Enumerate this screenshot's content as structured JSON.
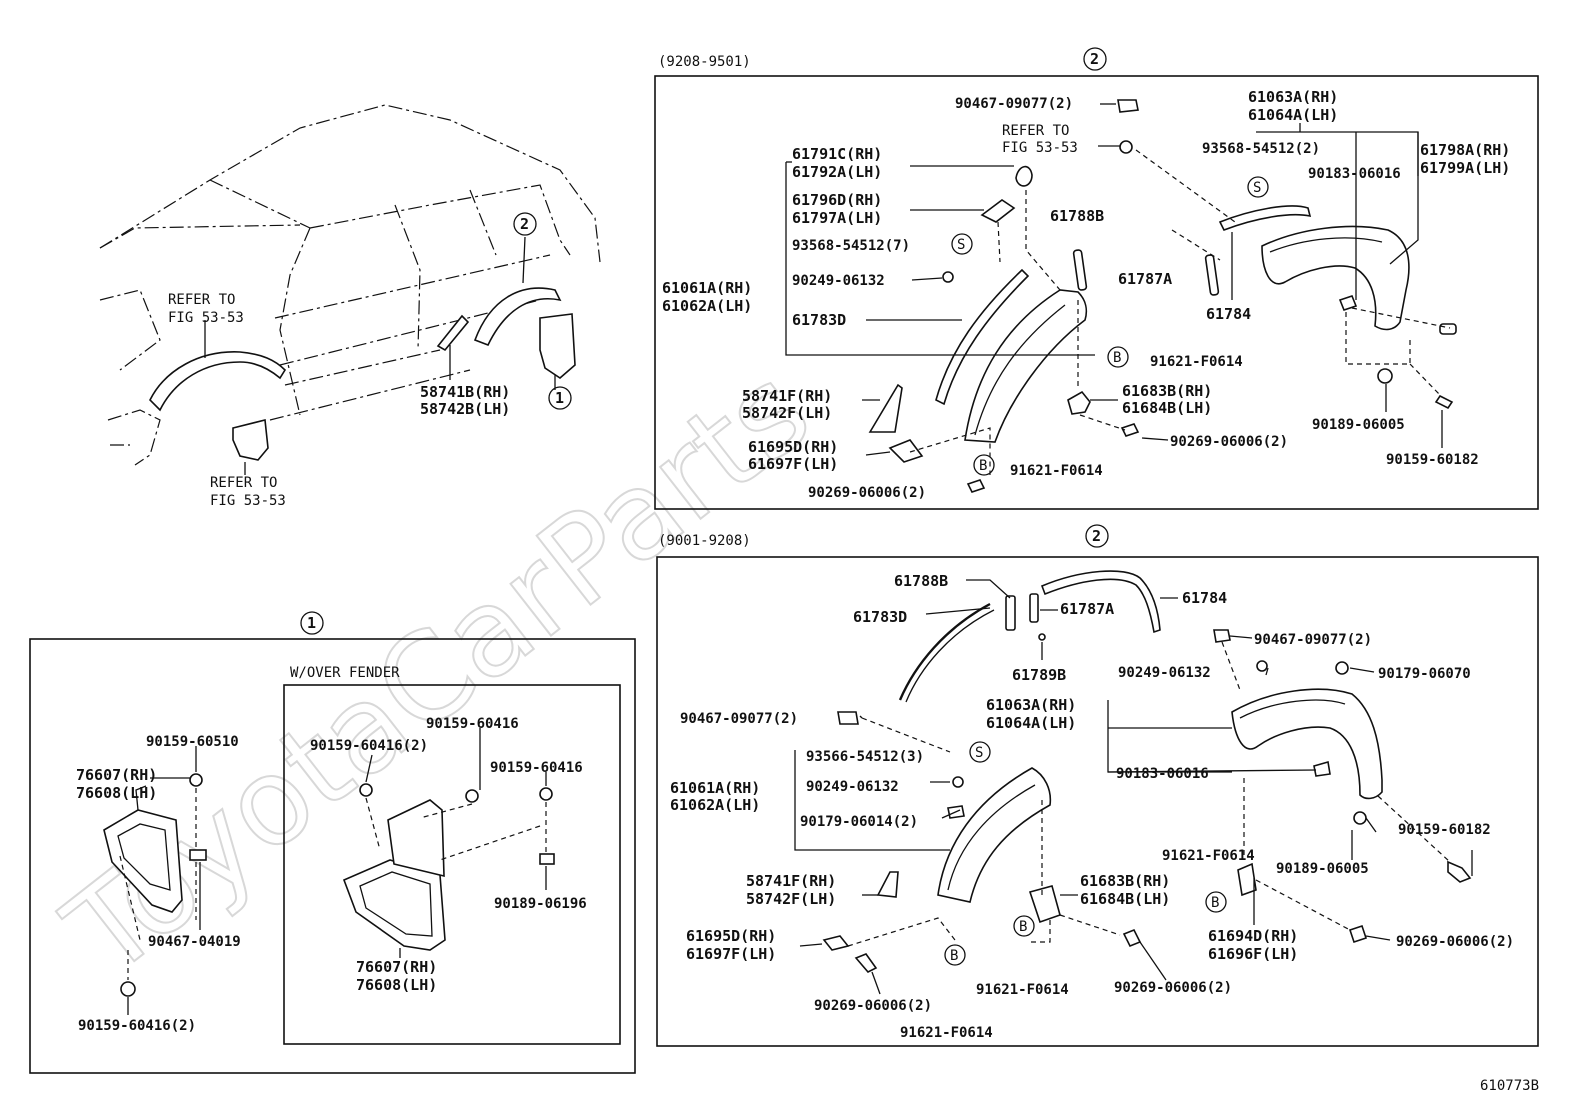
{
  "watermark": "ToyotaCarParts",
  "figure_id": "610773B",
  "overview": {
    "callout_2": "2",
    "callout_1": "1",
    "refer_top_1": "REFER TO",
    "refer_top_2": "FIG 53-53",
    "refer_bottom_1": "REFER TO",
    "refer_bottom_2": "FIG 53-53",
    "part_rh": "58741B(RH)",
    "part_lh": "58742B(LH)"
  },
  "panel_top": {
    "range": "(9208-9501)",
    "callout": "2",
    "labels": {
      "p90467_09077": "90467-09077(2)",
      "refer1": "REFER TO",
      "refer2": "FIG 53-53",
      "p61063a": "61063A(RH)",
      "p61064a": "61064A(LH)",
      "p93568_2": "93568-54512(2)",
      "p61798a": "61798A(RH)",
      "p61799a": "61799A(LH)",
      "p90183": "90183-06016",
      "p61791c": "61791C(RH)",
      "p61792a": "61792A(LH)",
      "p61796d": "61796D(RH)",
      "p61797a": "61797A(LH)",
      "p61788b": "61788B",
      "p93568_7": "93568-54512(7)",
      "p61787a": "61787A",
      "p90249": "90249-06132",
      "p61061a": "61061A(RH)",
      "p61062a": "61062A(LH)",
      "p61784": "61784",
      "p61783d": "61783D",
      "p91621_a": "91621-F0614",
      "p58741f": "58741F(RH)",
      "p58742f": "58742F(LH)",
      "p61683b": "61683B(RH)",
      "p61684b": "61684B(LH)",
      "p90189": "90189-06005",
      "p90269_a": "90269-06006(2)",
      "p61695d": "61695D(RH)",
      "p61697f": "61697F(LH)",
      "p91621_b": "91621-F0614",
      "p90159": "90159-60182",
      "p90269_b": "90269-06006(2)",
      "mark_s1": "S",
      "mark_s2": "S",
      "mark_b1": "B",
      "mark_b2": "B"
    }
  },
  "panel_bottom": {
    "range": "(9001-9208)",
    "callout": "2",
    "labels": {
      "p61788b": "61788B",
      "p61784": "61784",
      "p61783d": "61783D",
      "p61787a": "61787A",
      "p90467_a": "90467-09077(2)",
      "p61789b": "61789B",
      "p90249_a": "90249-06132",
      "p90179_a": "90179-06070",
      "p61063a": "61063A(RH)",
      "p61064a": "61064A(LH)",
      "p90467_b": "90467-09077(2)",
      "p93566": "93566-54512(3)",
      "p61061a": "61061A(RH)",
      "p90249_b": "90249-06132",
      "p61062a": "61062A(LH)",
      "p90183": "90183-06016",
      "p90179_b": "90179-06014(2)",
      "p90159": "90159-60182",
      "p91621_a": "91621-F0614",
      "p90189": "90189-06005",
      "p58741f": "58741F(RH)",
      "p58742f": "58742F(LH)",
      "p61683b": "61683B(RH)",
      "p61684b": "61684B(LH)",
      "p61695d": "61695D(RH)",
      "p61697f": "61697F(LH)",
      "p61694d": "61694D(RH)",
      "p61696f": "61696F(LH)",
      "p90269_a": "90269-06006(2)",
      "p90269_b": "90269-06006(2)",
      "p91621_b": "91621-F0614",
      "p90269_c": "90269-06006(2)",
      "p91621_c": "91621-F0614",
      "mark_s": "S",
      "mark_b1": "B",
      "mark_b2": "B",
      "mark_b3": "B"
    }
  },
  "panel_flap": {
    "callout": "1",
    "wover": "W/OVER FENDER",
    "labels": {
      "p90159_60510": "90159-60510",
      "p76607_l": "76607(RH)",
      "p76608_l": "76608(LH)",
      "p90467_04019": "90467-04019",
      "p90159_60416_2_l": "90159-60416(2)",
      "p90159_60416_2_r": "90159-60416(2)",
      "p90159_60416_a": "90159-60416",
      "p90159_60416_b": "90159-60416",
      "p90189_06196": "90189-06196",
      "p76607_r": "76607(RH)",
      "p76608_r": "76608(LH)"
    }
  }
}
